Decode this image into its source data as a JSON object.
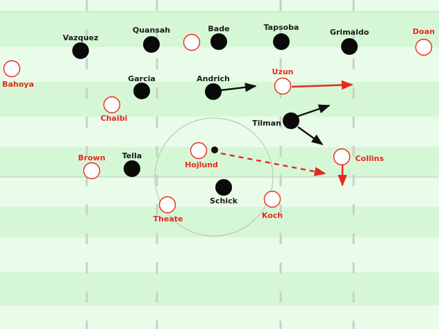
{
  "colors": {
    "stripe_light": "#e9fbe9",
    "stripe_dark": "#d6f7d6",
    "line": "#b9c9b9",
    "team_dark": "#0a0a0a",
    "team_red": "#e8281e",
    "arrow_dark": "#111111",
    "arrow_red": "#e8281e"
  },
  "players": [
    {
      "id": "vazquez",
      "name": "Vazquez",
      "team": "dark"
    },
    {
      "id": "quansah",
      "name": "Quansah",
      "team": "dark"
    },
    {
      "id": "bade",
      "name": "Bade",
      "team": "dark"
    },
    {
      "id": "tapsoba",
      "name": "Tapsoba",
      "team": "dark"
    },
    {
      "id": "grimaldo",
      "name": "Grimaldo",
      "team": "dark"
    },
    {
      "id": "garcia",
      "name": "Garcia",
      "team": "dark"
    },
    {
      "id": "andrich",
      "name": "Andrich",
      "team": "dark"
    },
    {
      "id": "tilman",
      "name": "Tilman",
      "team": "dark"
    },
    {
      "id": "tella",
      "name": "Tella",
      "team": "dark"
    },
    {
      "id": "schick",
      "name": "Schick",
      "team": "dark"
    },
    {
      "id": "doan",
      "name": "Doan",
      "team": "red"
    },
    {
      "id": "unlabeled",
      "name": "",
      "team": "red"
    },
    {
      "id": "bahoya",
      "name": "Bahoya",
      "team": "red"
    },
    {
      "id": "uzun",
      "name": "Uzun",
      "team": "red"
    },
    {
      "id": "chaibi",
      "name": "Chaibi",
      "team": "red"
    },
    {
      "id": "brown",
      "name": "Brown",
      "team": "red"
    },
    {
      "id": "hojlund",
      "name": "Hojlund",
      "team": "red"
    },
    {
      "id": "collins",
      "name": "Collins",
      "team": "red"
    },
    {
      "id": "theate",
      "name": "Theate",
      "team": "red"
    },
    {
      "id": "koch",
      "name": "Koch",
      "team": "red"
    }
  ],
  "ball": {
    "possession": "hojlund"
  },
  "arrows": [
    {
      "id": "andrich-run",
      "from": "andrich",
      "team": "dark",
      "style": "solid"
    },
    {
      "id": "uzun-run",
      "from": "uzun",
      "team": "red",
      "style": "solid"
    },
    {
      "id": "tilman-run-up",
      "from": "tilman",
      "team": "dark",
      "style": "solid"
    },
    {
      "id": "tilman-run-down",
      "from": "tilman",
      "team": "dark",
      "style": "solid"
    },
    {
      "id": "ball-pass",
      "from": "ball",
      "team": "red",
      "style": "dashed"
    },
    {
      "id": "collins-run",
      "from": "collins",
      "team": "red",
      "style": "solid"
    }
  ]
}
